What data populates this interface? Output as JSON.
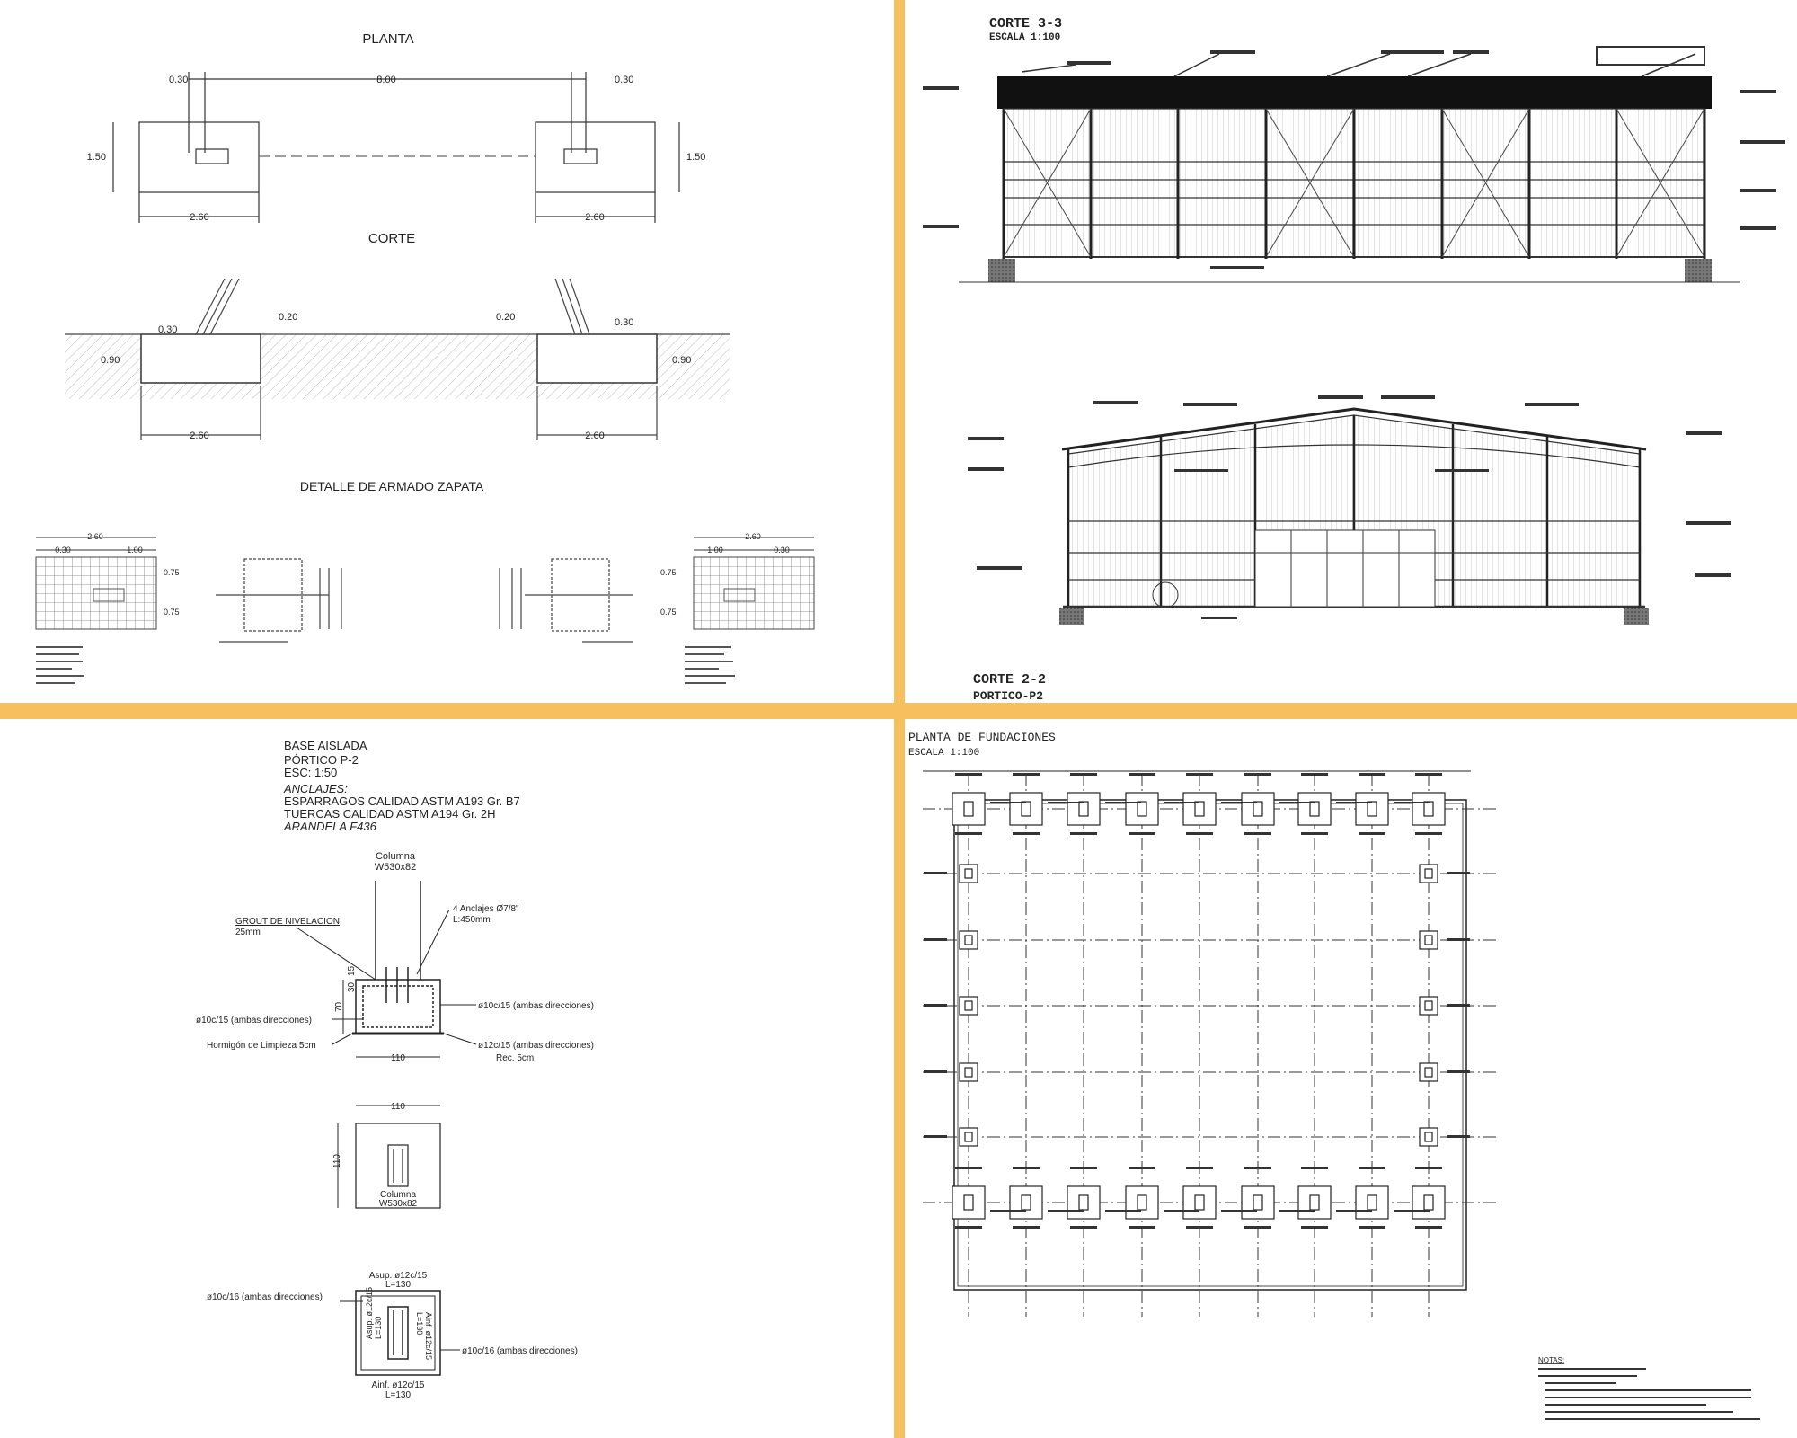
{
  "quadrant_1": {
    "plan_title": "PLANTA",
    "section_title": "CORTE",
    "detail_title": "DETALLE DE ARMADO ZAPATA",
    "dim_edge": "0.30",
    "dim_span": "8.00",
    "dim_height": "1.50",
    "dim_width": "2.60",
    "dim_020": "0.20",
    "dim_090": "0.90",
    "dim_100": "1.00",
    "dim_075": "0.75"
  },
  "quadrant_2": {
    "section_a_title": "CORTE 3-3",
    "section_a_scale": "ESCALA 1:100",
    "section_b_title": "CORTE 2-2",
    "section_b_sub": "PORTICO-P2"
  },
  "quadrant_3": {
    "title": "BASE AISLADA",
    "subtitle": "PÓRTICO P-2",
    "scale": "ESC: 1:50",
    "anchors_heading": "ANCLAJES:",
    "anchor_line_1": "ESPARRAGOS CALIDAD ASTM A193 Gr. B7",
    "anchor_line_2": "TUERCAS CALIDAD ASTM A194 Gr. 2H",
    "anchor_line_3": "ARANDELA F436",
    "column_label": "Columna",
    "column_size": "W530x82",
    "grout_label": "GROUT DE NIVELACION",
    "grout_size": "25mm",
    "anchor_note": "4 Anclajes Ø7/8\"",
    "anchor_length": "L:450mm",
    "rebar_right_top": "ø10c/15 (ambas direcciones)",
    "rebar_left": "ø10c/15 (ambas direcciones)",
    "lean_concrete": "Hormigón de Limpieza 5cm",
    "rebar_right_bottom": "ø12c/15 (ambas direcciones)",
    "cover": "Rec. 5cm",
    "dim_110": "110",
    "dim_70": "70",
    "dim_30": "30",
    "dim_15": "15",
    "top_rebar": "Asup. ø12c/15",
    "top_rebar_len": "L=130",
    "bottom_rebar": "Ainf. ø12c/15",
    "bottom_rebar_len": "L=130",
    "plan_rebar_left": "ø10c/16 (ambas direcciones)",
    "plan_rebar_right": "ø10c/16 (ambas direcciones)",
    "inner_left": "Asup. ø12c/15",
    "inner_left_len": "L=130",
    "inner_right": "Ainf. ø12c/15",
    "inner_right_len": "L=130"
  },
  "quadrant_4": {
    "title": "PLANTA DE FUNDACIONES",
    "scale": "ESCALA 1:100",
    "notes_heading": "NOTAS:"
  }
}
